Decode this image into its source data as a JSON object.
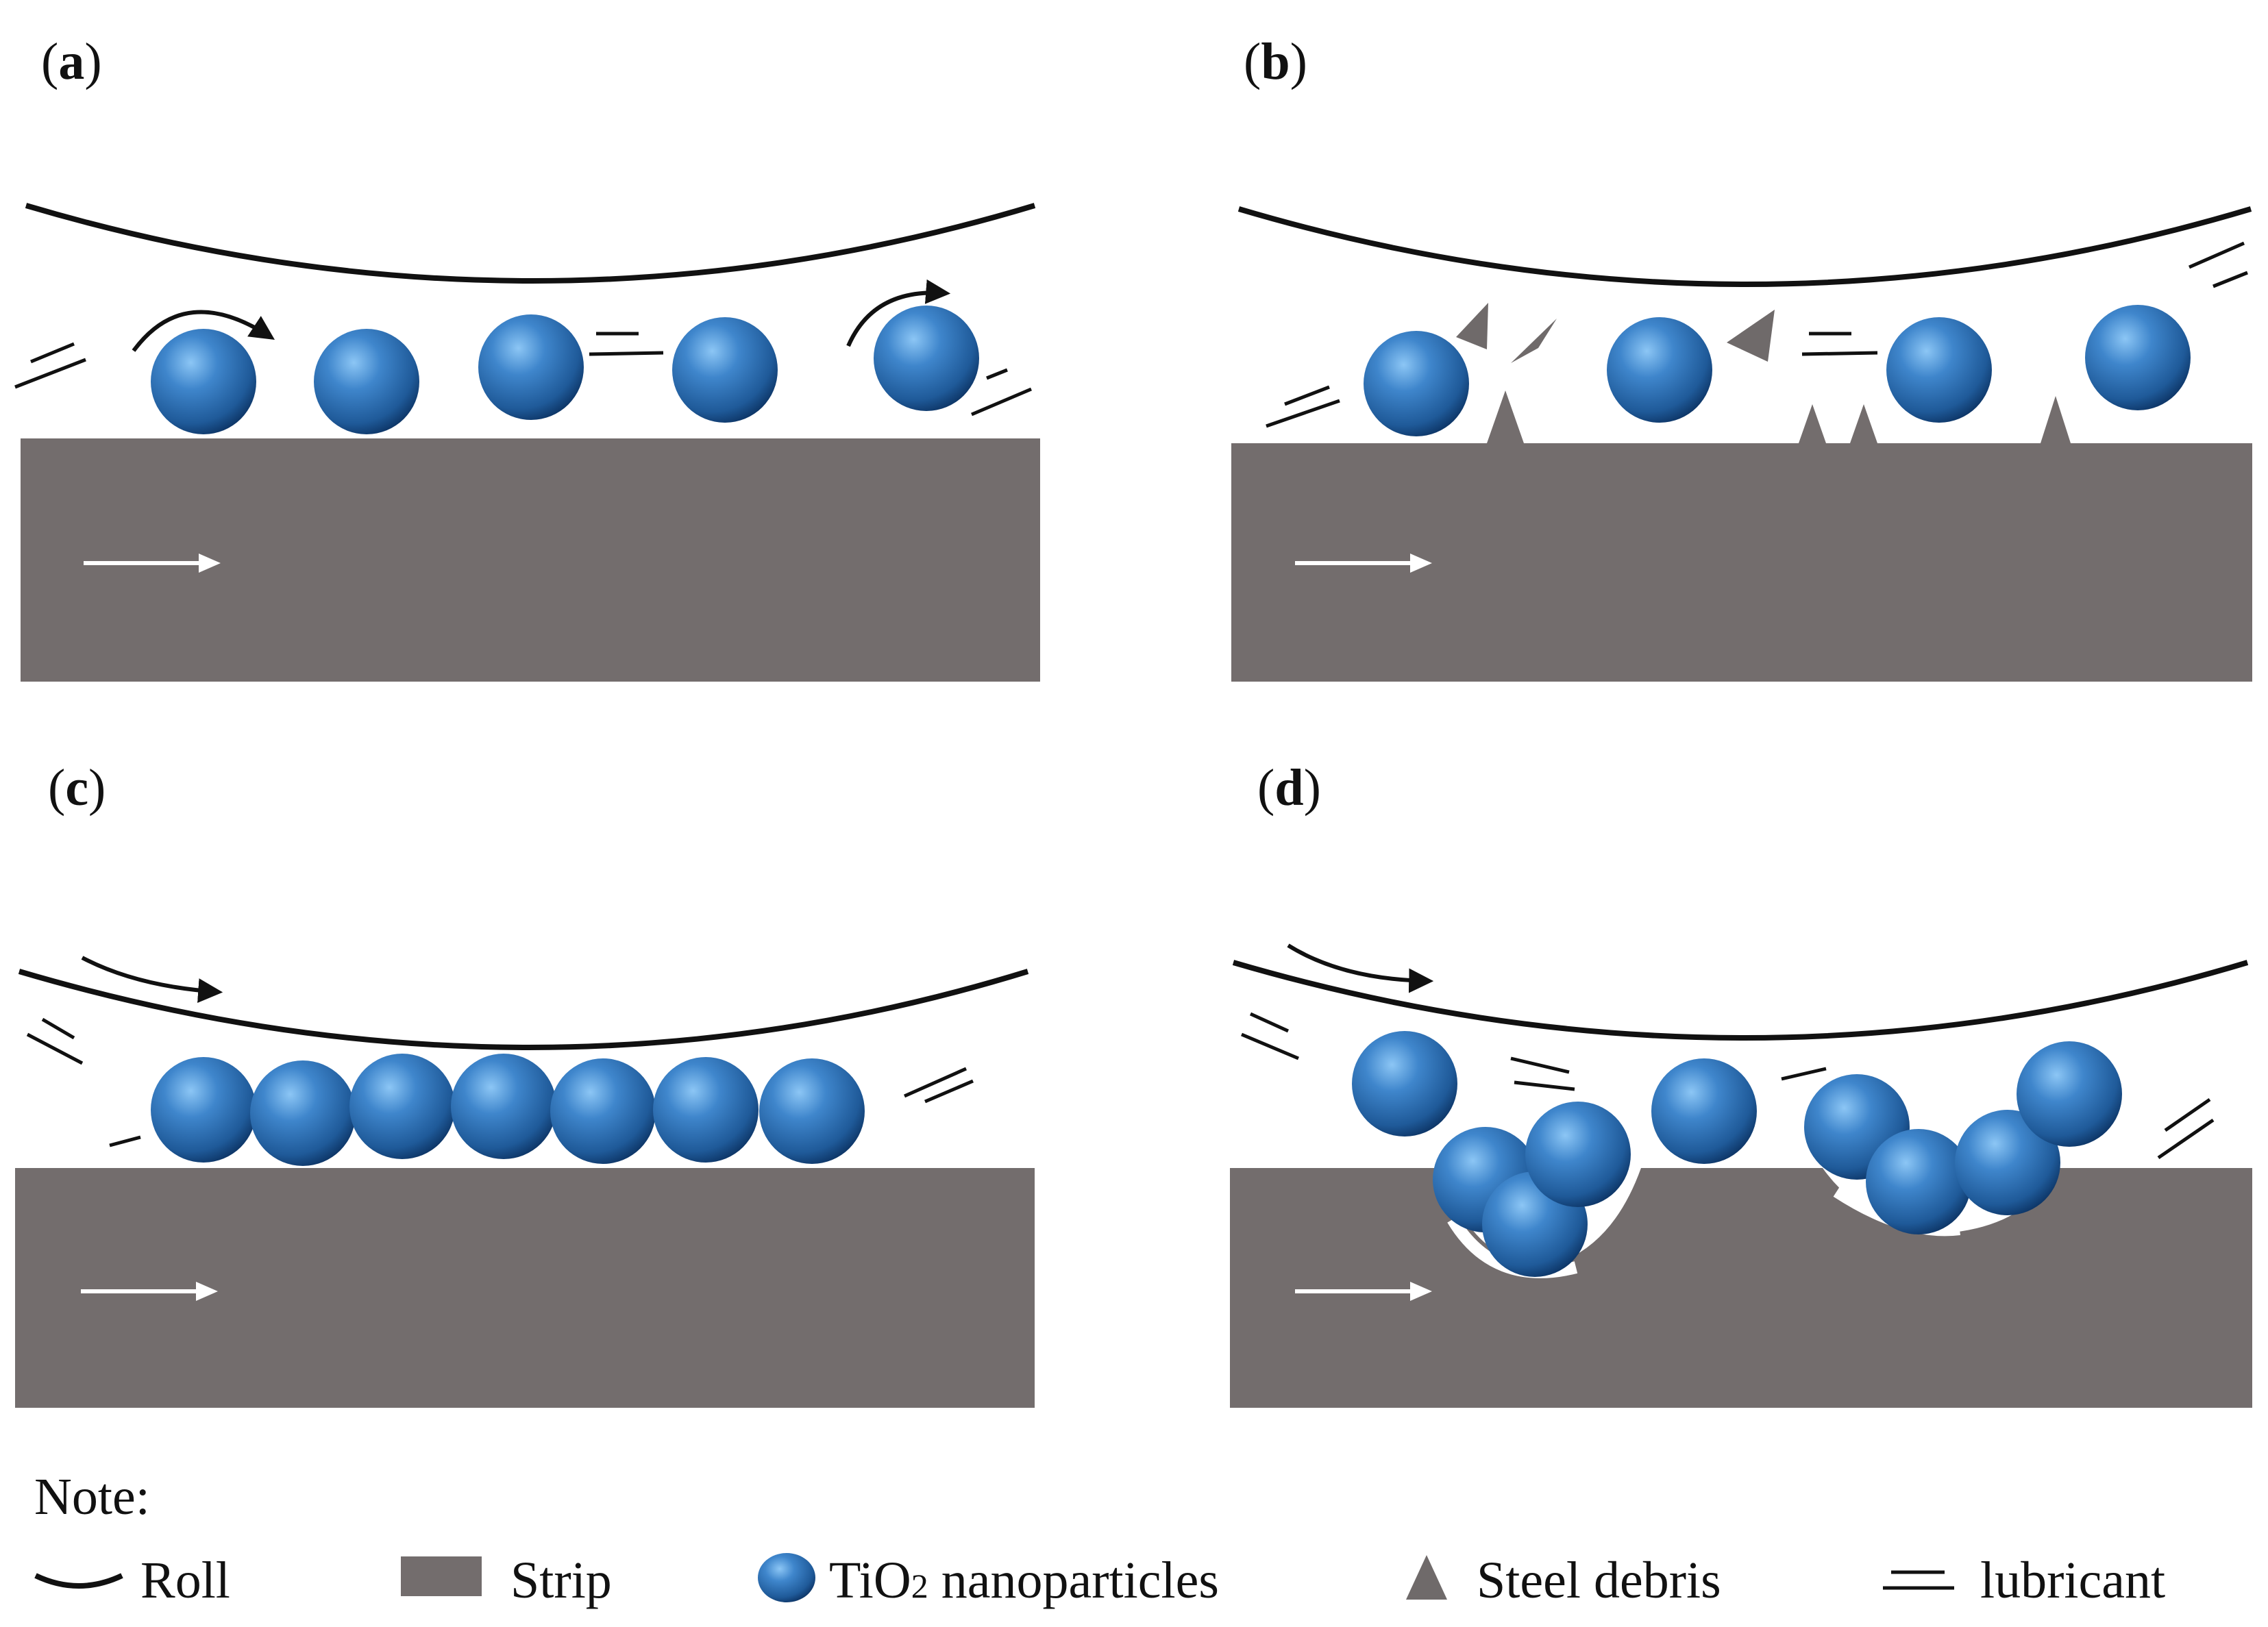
{
  "panels": [
    {
      "id": "a",
      "label": "a"
    },
    {
      "id": "b",
      "label": "b"
    },
    {
      "id": "c",
      "label": "c"
    },
    {
      "id": "d",
      "label": "d"
    }
  ],
  "legend": {
    "title": "Note:",
    "items": [
      {
        "key": "roll",
        "label": "Roll",
        "icon": "roll-arc-icon"
      },
      {
        "key": "strip",
        "label": "Strip",
        "icon": "strip-rect-icon"
      },
      {
        "key": "nanoparticles",
        "label_main": "TiO",
        "label_sub": "2",
        "label_rest": " nanoparticles",
        "icon": "sphere-icon"
      },
      {
        "key": "debris",
        "label": "Steel debris",
        "icon": "triangle-icon"
      },
      {
        "key": "lubricant",
        "label": "lubricant",
        "icon": "double-line-icon"
      }
    ]
  },
  "colors": {
    "strip": "#736d6d",
    "debris": "#6f6a6a",
    "particle_light": "#6fb2ec",
    "particle_mid": "#2f74b8",
    "particle_dark": "#0e3a6c",
    "roll": "#111111",
    "arrow_on_strip": "#ffffff"
  }
}
